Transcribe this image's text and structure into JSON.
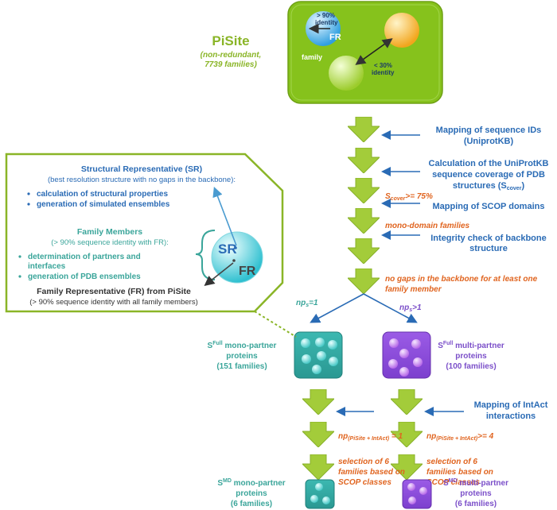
{
  "pisite": {
    "title": "PiSite",
    "sub1": "(non-redundant,",
    "sub2": "7739 families)",
    "fr": "FR",
    "identity90_a": "> 90%",
    "identity90_b": "identity",
    "identity30_a": "< 30%",
    "identity30_b": "identity",
    "family": "family"
  },
  "steps": {
    "s1a": "Mapping of sequence IDs",
    "s1b": "(UniprotKB)",
    "s2a": "Calculation of the UniProtKB",
    "s2b": "sequence coverage of PDB",
    "s2c": "structures (S",
    "s2c_sub": "cover",
    "s2c_end": ")",
    "c3_main": "S",
    "c3_sub": "cover",
    "c3_end": ">= 75%",
    "s4": "Mapping of SCOP domains",
    "c5": "mono-domain families",
    "s6a": "Integrity check of backbone",
    "s6b": "structure",
    "c7a": "no gaps in the backbone for at least one",
    "c7b": "family member"
  },
  "branches": {
    "left_np": "np",
    "left_sub": "s",
    "left_end": "=1",
    "right_np": "np",
    "right_sub": "s",
    "right_end": ">1"
  },
  "inset": {
    "sr_title": "Structural Representative (SR)",
    "sr_desc": "(best resolution structure with no gaps in the backbone):",
    "sr_b1": "calculation of structural properties",
    "sr_b2": "generation of simulated ensembles",
    "fm_title": "Family Members",
    "fm_desc": "(> 90% sequence identity with FR):",
    "fm_b1a": "determination of partners and",
    "fm_b1b": "interfaces",
    "fm_b2": "generation of PDB ensembles",
    "fr_title": "Family Representative (FR) from PiSite",
    "fr_desc": "(> 90% sequence identity with all family members)",
    "sr_label": "SR",
    "fr_label": "FR"
  },
  "full": {
    "left_s": "S",
    "left_sup": "Full",
    "left_a": " mono-partner",
    "left_b": "proteins",
    "left_c": "(151 families)",
    "right_s": "S",
    "right_sup": "Full",
    "right_a": " multi-partner",
    "right_b": "proteins",
    "right_c": "(100 families)"
  },
  "intact": {
    "a": "Mapping of IntAct",
    "b": "interactions",
    "left_np": "np",
    "left_sub": "(PiSite + IntAct)",
    "left_end": " = 1",
    "right_np": "np",
    "right_sub": "(PiSite + IntAct)",
    "right_end": ">= 4"
  },
  "selection": {
    "a": "selection of 6",
    "b": "families based on",
    "c": "SCOP classes"
  },
  "md": {
    "left_s": "S",
    "left_sup": "MD",
    "left_a": " mono-partner",
    "left_b": "proteins",
    "left_c": "(6 families)",
    "right_s": "S",
    "right_sup": "MD",
    "right_a": " multi-partner",
    "right_b": "proteins",
    "right_c": "(6 families)"
  },
  "colors": {
    "green": "#8ab527",
    "teal": "#3aa59a",
    "purple": "#7b4fc9",
    "blue": "#2a6bb5",
    "orange": "#e0641f"
  }
}
